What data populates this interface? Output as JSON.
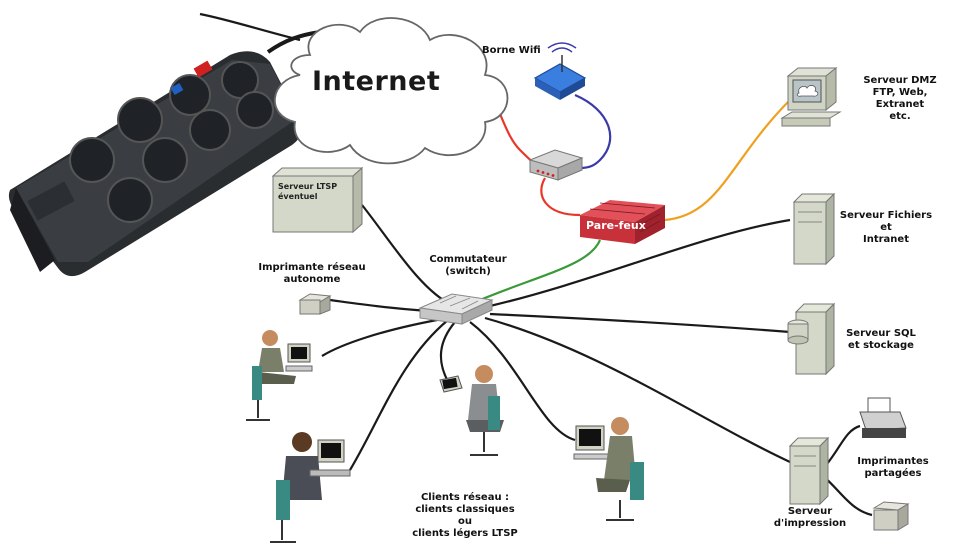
{
  "internet": "Internet",
  "wifi": "Borne Wifi",
  "firewall": "Pare-feux",
  "switch": "Commutateur\n(switch)",
  "ltsp_server": "Serveur LTSP\néventuel",
  "network_printer": "Imprimante réseau\nautonome",
  "dmz": "Serveur DMZ\nFTP, Web, Extranet\netc.",
  "files": "Serveur Fichiers\net\nIntranet",
  "sql": "Serveur SQL\net stockage",
  "shared_printers": "Imprimantes\npartagées",
  "print_server": "Serveur\nd'impression",
  "clients": "Clients réseau :\nclients classiques\nou\nclients légers LTSP",
  "colors": {
    "red_link": "#e8372a",
    "blue_link": "#3a3aa8",
    "orange_link": "#f0a020",
    "green_link": "#3a9a3a",
    "firewall": "#c8303a",
    "wifi": "#3a7ee0"
  }
}
